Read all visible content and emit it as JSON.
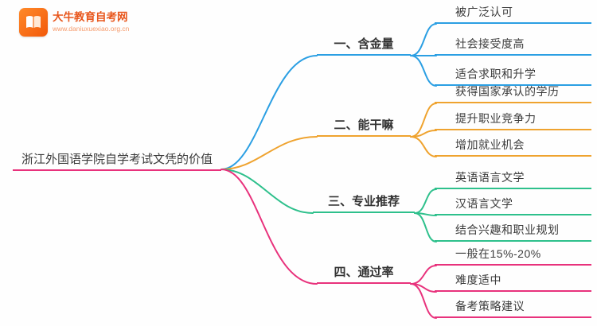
{
  "logo": {
    "title": "大牛教育自考网",
    "url": "www.daniuxuexiao.org.cn"
  },
  "mindmap": {
    "root": "浙江外国语学院自学考试文凭的价值",
    "root_color": "#e8327c",
    "branches": [
      {
        "label": "一、含金量",
        "color": "#2b9fe3",
        "children": [
          "被广泛认可",
          "社会接受度高",
          "适合求职和升学"
        ]
      },
      {
        "label": "二、能干嘛",
        "color": "#efa32f",
        "children": [
          "获得国家承认的学历",
          "提升职业竞争力",
          "增加就业机会"
        ]
      },
      {
        "label": "三、专业推荐",
        "color": "#2ec08c",
        "children": [
          "英语语言文学",
          "汉语言文学",
          "结合兴趣和职业规划"
        ]
      },
      {
        "label": "四、通过率",
        "color": "#e8327c",
        "children": [
          "一般在15%-20%",
          "难度适中",
          "备考策略建议"
        ]
      }
    ]
  }
}
